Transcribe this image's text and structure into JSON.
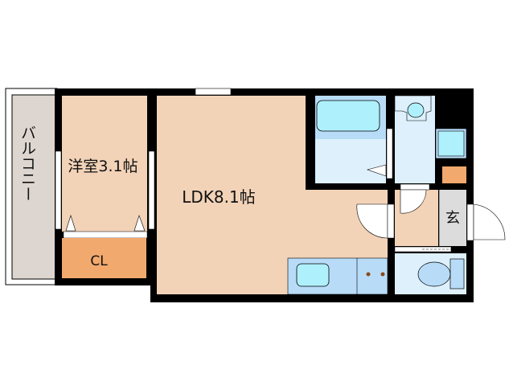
{
  "floorplan": {
    "rooms": {
      "balcony": "バルコニー",
      "western_room": "洋室3.1帖",
      "closet": "CL",
      "ldk": "LDK8.1帖",
      "entrance": "玄"
    },
    "colors": {
      "wall": "#000000",
      "room": "#f2d3b8",
      "closet": "#f2a96e",
      "balcony": "#ddd6d0",
      "wet_area": "#ddf0fc",
      "fixture": "#aef0fc",
      "counter": "#b8dcf8",
      "entrance": "#dcdcdc"
    }
  }
}
